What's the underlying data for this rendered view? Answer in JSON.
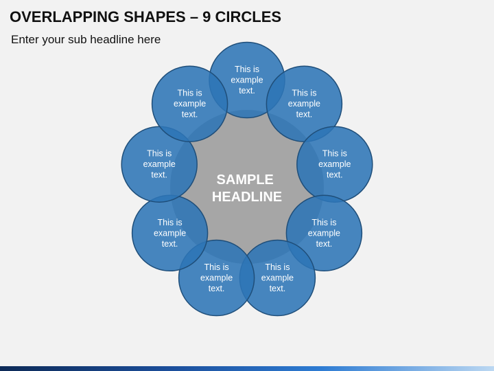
{
  "slide": {
    "title": "OVERLAPPING SHAPES – 9 CIRCLES",
    "subtitle": "Enter your sub headline here"
  },
  "diagram": {
    "center": {
      "lines": [
        "SAMPLE",
        "HEADLINE"
      ],
      "color": "#a6a6a6"
    },
    "circle_color": "#2e75b6",
    "circle_stroke": "#1f4e79",
    "circles": [
      {
        "lines": [
          "This is",
          "example",
          "text."
        ]
      },
      {
        "lines": [
          "This is",
          "example",
          "text."
        ]
      },
      {
        "lines": [
          "This is",
          "example",
          "text."
        ]
      },
      {
        "lines": [
          "This is",
          "example",
          "text."
        ]
      },
      {
        "lines": [
          "This is",
          "example",
          "text."
        ]
      },
      {
        "lines": [
          "This is",
          "example",
          "text."
        ]
      },
      {
        "lines": [
          "This is",
          "example",
          "text."
        ]
      },
      {
        "lines": [
          "This is",
          "example",
          "text."
        ]
      },
      {
        "lines": [
          "This is",
          "example",
          "text."
        ]
      }
    ]
  },
  "footer": {
    "accent": "#1c4f9c"
  }
}
